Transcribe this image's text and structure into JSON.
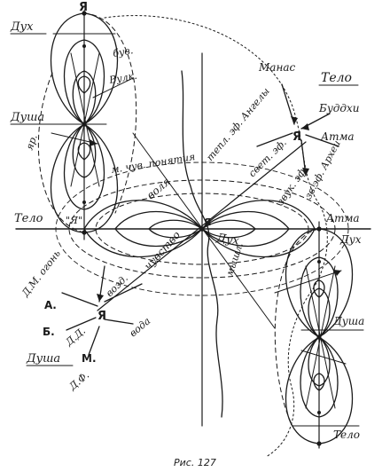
{
  "caption": "Рис. 127",
  "left_column": {
    "top_ya": "Я",
    "dukh": "Дух",
    "buv": "був.",
    "vulk": "Вулк.",
    "dusha": "Душа",
    "yar": "яр.",
    "telo": "Тело",
    "center_ya": "\"Я\""
  },
  "right_column": {
    "telo_top": "Тело",
    "manas": "Манас",
    "buddhi": "Буддхи",
    "ya": "Я",
    "atma": "Атма",
    "arkhai": "зв.эф. Археи",
    "atma_mid": "Атма",
    "dukh_mid": "Дух",
    "dusha": "Душа",
    "telo_bottom": "Тело"
  },
  "center": {
    "ya": "Я",
    "m_chuv_ponyatiya": "м. чув. понятия",
    "tepl_angely": "тепл. эф. Ангелы",
    "svet_ef": "свет. эф.",
    "zvuk_ef": "звук. эф.",
    "volya": "воля",
    "chuvstvo": "чувство",
    "mysl": "мышл.",
    "dukh": "Дух",
    "vozd": "возд.",
    "voda": "вода"
  },
  "bottom_left": {
    "dm_ogon": "Д.М. огонь",
    "a": "А.",
    "b": "Б.",
    "dd": "Д.Д.",
    "ya": "Я",
    "dusha": "Душа",
    "m": "М.",
    "df": "Д.Ф."
  }
}
